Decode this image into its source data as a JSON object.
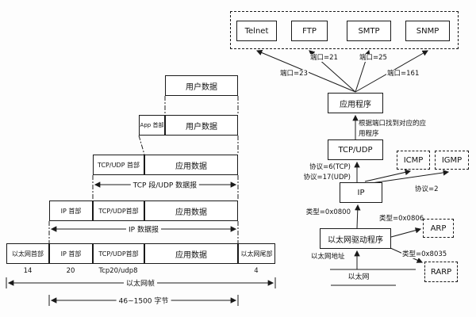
{
  "colors": {
    "ink": "#1a1a1a",
    "background": "#fdfdfd"
  },
  "encapsulation": {
    "user_data_top": "用户数据",
    "app_header": "App 首部",
    "user_data_2": "用户数据",
    "tcp_header_3": "TCP/UDP 首部",
    "app_data_3": "应用数据",
    "tcp_span": "TCP 段/UDP 数据报",
    "ip_header_4": "IP 首部",
    "tcp_header_4": "TCP/UDP首部",
    "app_data_4": "应用数据",
    "ip_span": "IP 数据报",
    "eth_header": "以太网首部",
    "ip_header_5": "IP 首部",
    "tcp_header_5": "TCP/UDP首部",
    "app_data_5": "应用数据",
    "eth_trailer": "以太网尾部",
    "size_eth_header": "14",
    "size_ip_header": "20",
    "size_tcp_header": "Tcp20/udp8",
    "size_eth_trailer": "4",
    "frame_span": "以太网帧",
    "payload_span": "46~1500 字节"
  },
  "demux": {
    "apps": [
      {
        "label": "Telnet",
        "port": "端口=23"
      },
      {
        "label": "FTP",
        "port": "端口=21"
      },
      {
        "label": "SMTP",
        "port": "端口=25"
      },
      {
        "label": "SNMP",
        "port": "端口=161"
      }
    ],
    "application": "应用程序",
    "note": "根据端口找到对应的应用程序",
    "transport": "TCP/UDP",
    "protocol_tcp": "协议=6(TCP)",
    "protocol_udp": "协议=17(UDP)",
    "icmp": "ICMP",
    "igmp": "IGMP",
    "network": "IP",
    "protocol_igmp": "协议=2",
    "type_ip": "类型=0x0800",
    "driver": "以太网驱动程序",
    "type_arp": "类型=0x0806",
    "arp": "ARP",
    "type_rarp": "类型=0x8035",
    "rarp": "RARP",
    "eth_address": "以太网地址",
    "ethernet": "以太网"
  }
}
